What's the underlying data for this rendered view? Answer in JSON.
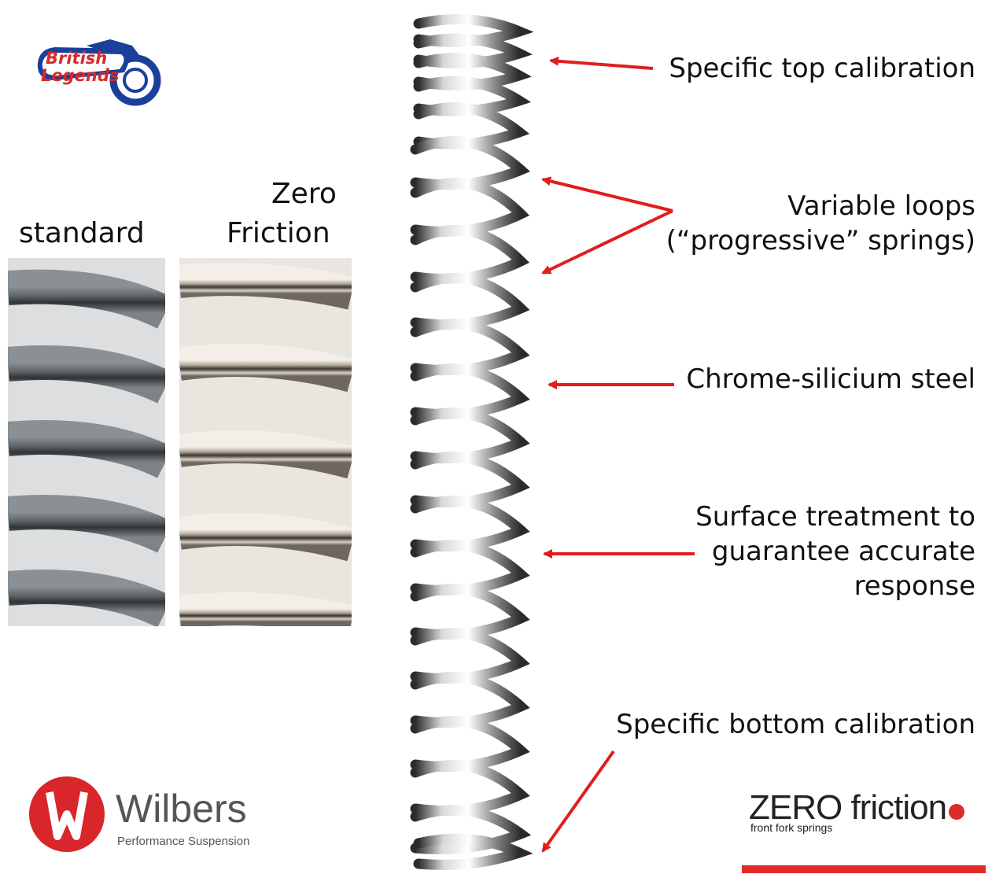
{
  "brand": {
    "logo_line1": "British",
    "logo_line2": "Legends",
    "wilbers_name": "Wilbers",
    "wilbers_sub": "Performance Suspension",
    "zf_main_1": "ZERO friction",
    "zf_sub": "front fork springs"
  },
  "comparison": {
    "standard_label": "standard",
    "zero_label_line1": "Zero",
    "zero_label_line2": "Friction"
  },
  "annotations": [
    {
      "id": "top",
      "lines": [
        "Specific top calibration"
      ]
    },
    {
      "id": "variable",
      "lines": [
        "Variable loops",
        "(“progressive” springs)"
      ]
    },
    {
      "id": "steel",
      "lines": [
        "Chrome-silicium steel"
      ]
    },
    {
      "id": "surface",
      "lines": [
        "Surface treatment to",
        "guarantee accurate",
        "response"
      ]
    },
    {
      "id": "bottom",
      "lines": [
        "Specific bottom calibration"
      ]
    }
  ],
  "colors": {
    "arrow": "#e01e1e",
    "accent_bar": "#e02a2a",
    "logo_blue": "#1b3f9a",
    "logo_red": "#d42a2a",
    "wilbers_red": "#d8262b"
  },
  "icons": [
    "motorcycle-icon",
    "wilbers-w-icon",
    "zero-friction-dot-icon"
  ]
}
